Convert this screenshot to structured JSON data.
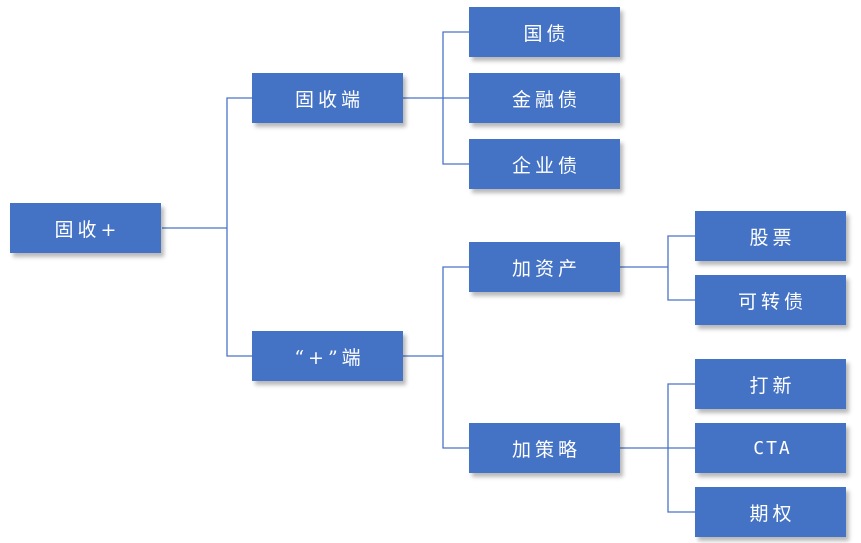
{
  "diagram": {
    "type": "tree",
    "root": {
      "label": "固收+",
      "children": [
        {
          "label": "固收端",
          "children": [
            {
              "label": "国债"
            },
            {
              "label": "金融债"
            },
            {
              "label": "企业债"
            }
          ]
        },
        {
          "label": "“+”端",
          "children": [
            {
              "label": "加资产",
              "children": [
                {
                  "label": "股票"
                },
                {
                  "label": "可转债"
                }
              ]
            },
            {
              "label": "加策略",
              "children": [
                {
                  "label": "打新"
                },
                {
                  "label": "CTA"
                },
                {
                  "label": "期权"
                }
              ]
            }
          ]
        }
      ]
    },
    "colors": {
      "node_fill": "#4472c4",
      "node_text": "#ffffff",
      "connector": "#4a74c8"
    }
  }
}
